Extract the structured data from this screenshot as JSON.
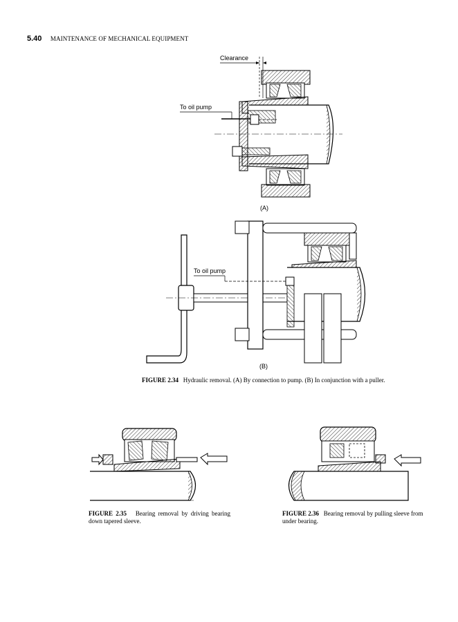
{
  "header": {
    "page_number": "5.40",
    "running_title": "MAINTENANCE OF MECHANICAL EQUIPMENT"
  },
  "figure_2_34": {
    "part_a": {
      "clearance_label": "Clearance",
      "oil_pump_label": "To oil pump",
      "sublabel": "(A)"
    },
    "part_b": {
      "oil_pump_label": "To oil pump",
      "sublabel": "(B)"
    },
    "caption_label": "FIGURE 2.34",
    "caption_text": "Hydraulic removal. (A) By connection to pump. (B) In conjunction with a puller."
  },
  "figure_2_35": {
    "caption_label": "FIGURE 2.35",
    "caption_text": "Bearing removal by driving bearing down tapered sleeve."
  },
  "figure_2_36": {
    "caption_label": "FIGURE 2.36",
    "caption_text": "Bearing removal by pulling sleeve from under bearing."
  }
}
